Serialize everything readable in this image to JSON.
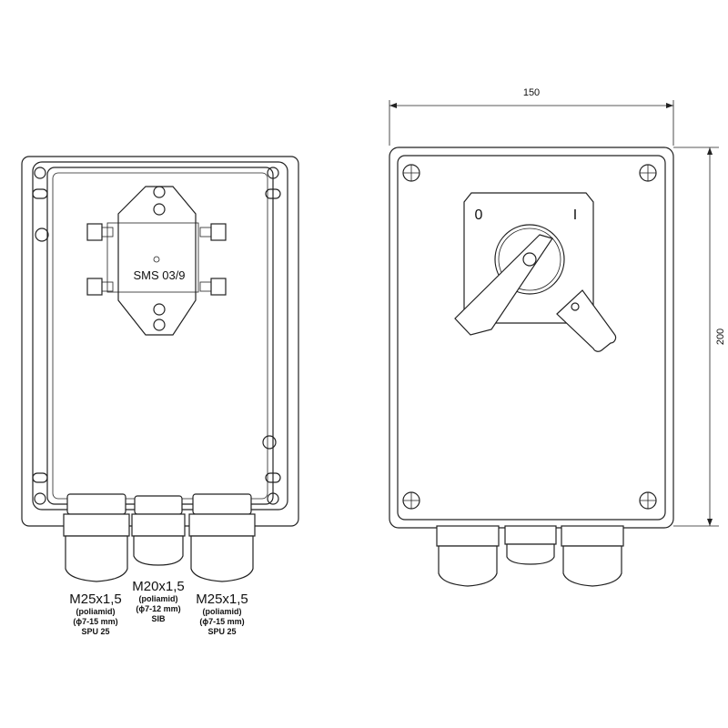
{
  "left_view": {
    "module_label": "SMS 03/9",
    "glands": [
      {
        "thread": "M25x1,5",
        "material": "(poliamid)",
        "range": "(ϕ7-15 mm)",
        "model": "SPU 25"
      },
      {
        "thread": "M20x1,5",
        "material": "(poliamid)",
        "range": "(ϕ7-12 mm)",
        "model": "SIB"
      },
      {
        "thread": "M25x1,5",
        "material": "(poliamid)",
        "range": "(ϕ7-15 mm)",
        "model": "SPU 25"
      }
    ]
  },
  "right_view": {
    "width_dimension": "150",
    "height_dimension": "200",
    "switch_off_label": "0",
    "switch_on_label": "I"
  }
}
